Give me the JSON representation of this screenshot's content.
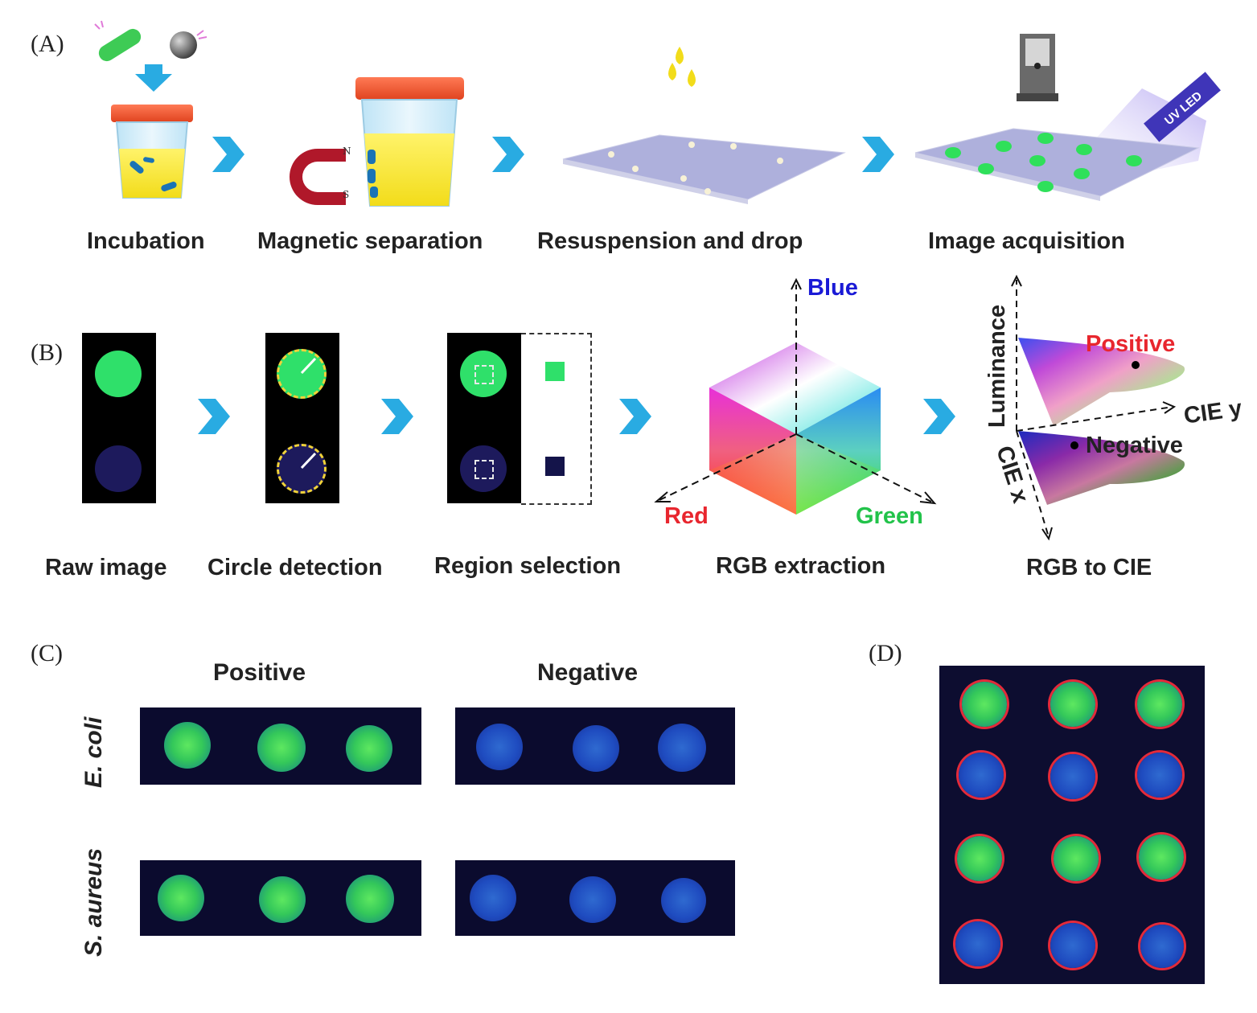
{
  "panels": {
    "a": {
      "label": "(A)"
    },
    "b": {
      "label": "(B)"
    },
    "c": {
      "label": "(C)"
    },
    "d": {
      "label": "(D)"
    }
  },
  "workflow_a": {
    "steps": [
      "Incubation",
      "Magnetic separation",
      "Resuspension and drop",
      "Image acquisition"
    ],
    "uv_label": "UV LED",
    "magnet_poles": [
      "N",
      "S"
    ]
  },
  "workflow_b": {
    "steps": [
      "Raw image",
      "Circle detection",
      "Region selection",
      "RGB extraction",
      "RGB to CIE"
    ],
    "rgb_axes": {
      "blue": "Blue",
      "red": "Red",
      "green": "Green"
    },
    "cie_axes": {
      "luminance": "Luminance",
      "cie_y": "CIE y",
      "cie_x": "CIE x"
    },
    "cie_points": {
      "positive": "Positive",
      "negative": "Negative"
    }
  },
  "panel_c": {
    "columns": [
      "Positive",
      "Negative"
    ],
    "rows": [
      "E. coli",
      "S. aureus"
    ]
  },
  "colors": {
    "arrow": "#29abe2",
    "positive_spot": "#34c85a",
    "negative_spot": "#1f4cc0",
    "positive_text": "#e8262e",
    "blue_text": "#1a1ad6",
    "green_text": "#22c34a",
    "ring": "#e32a3a"
  }
}
